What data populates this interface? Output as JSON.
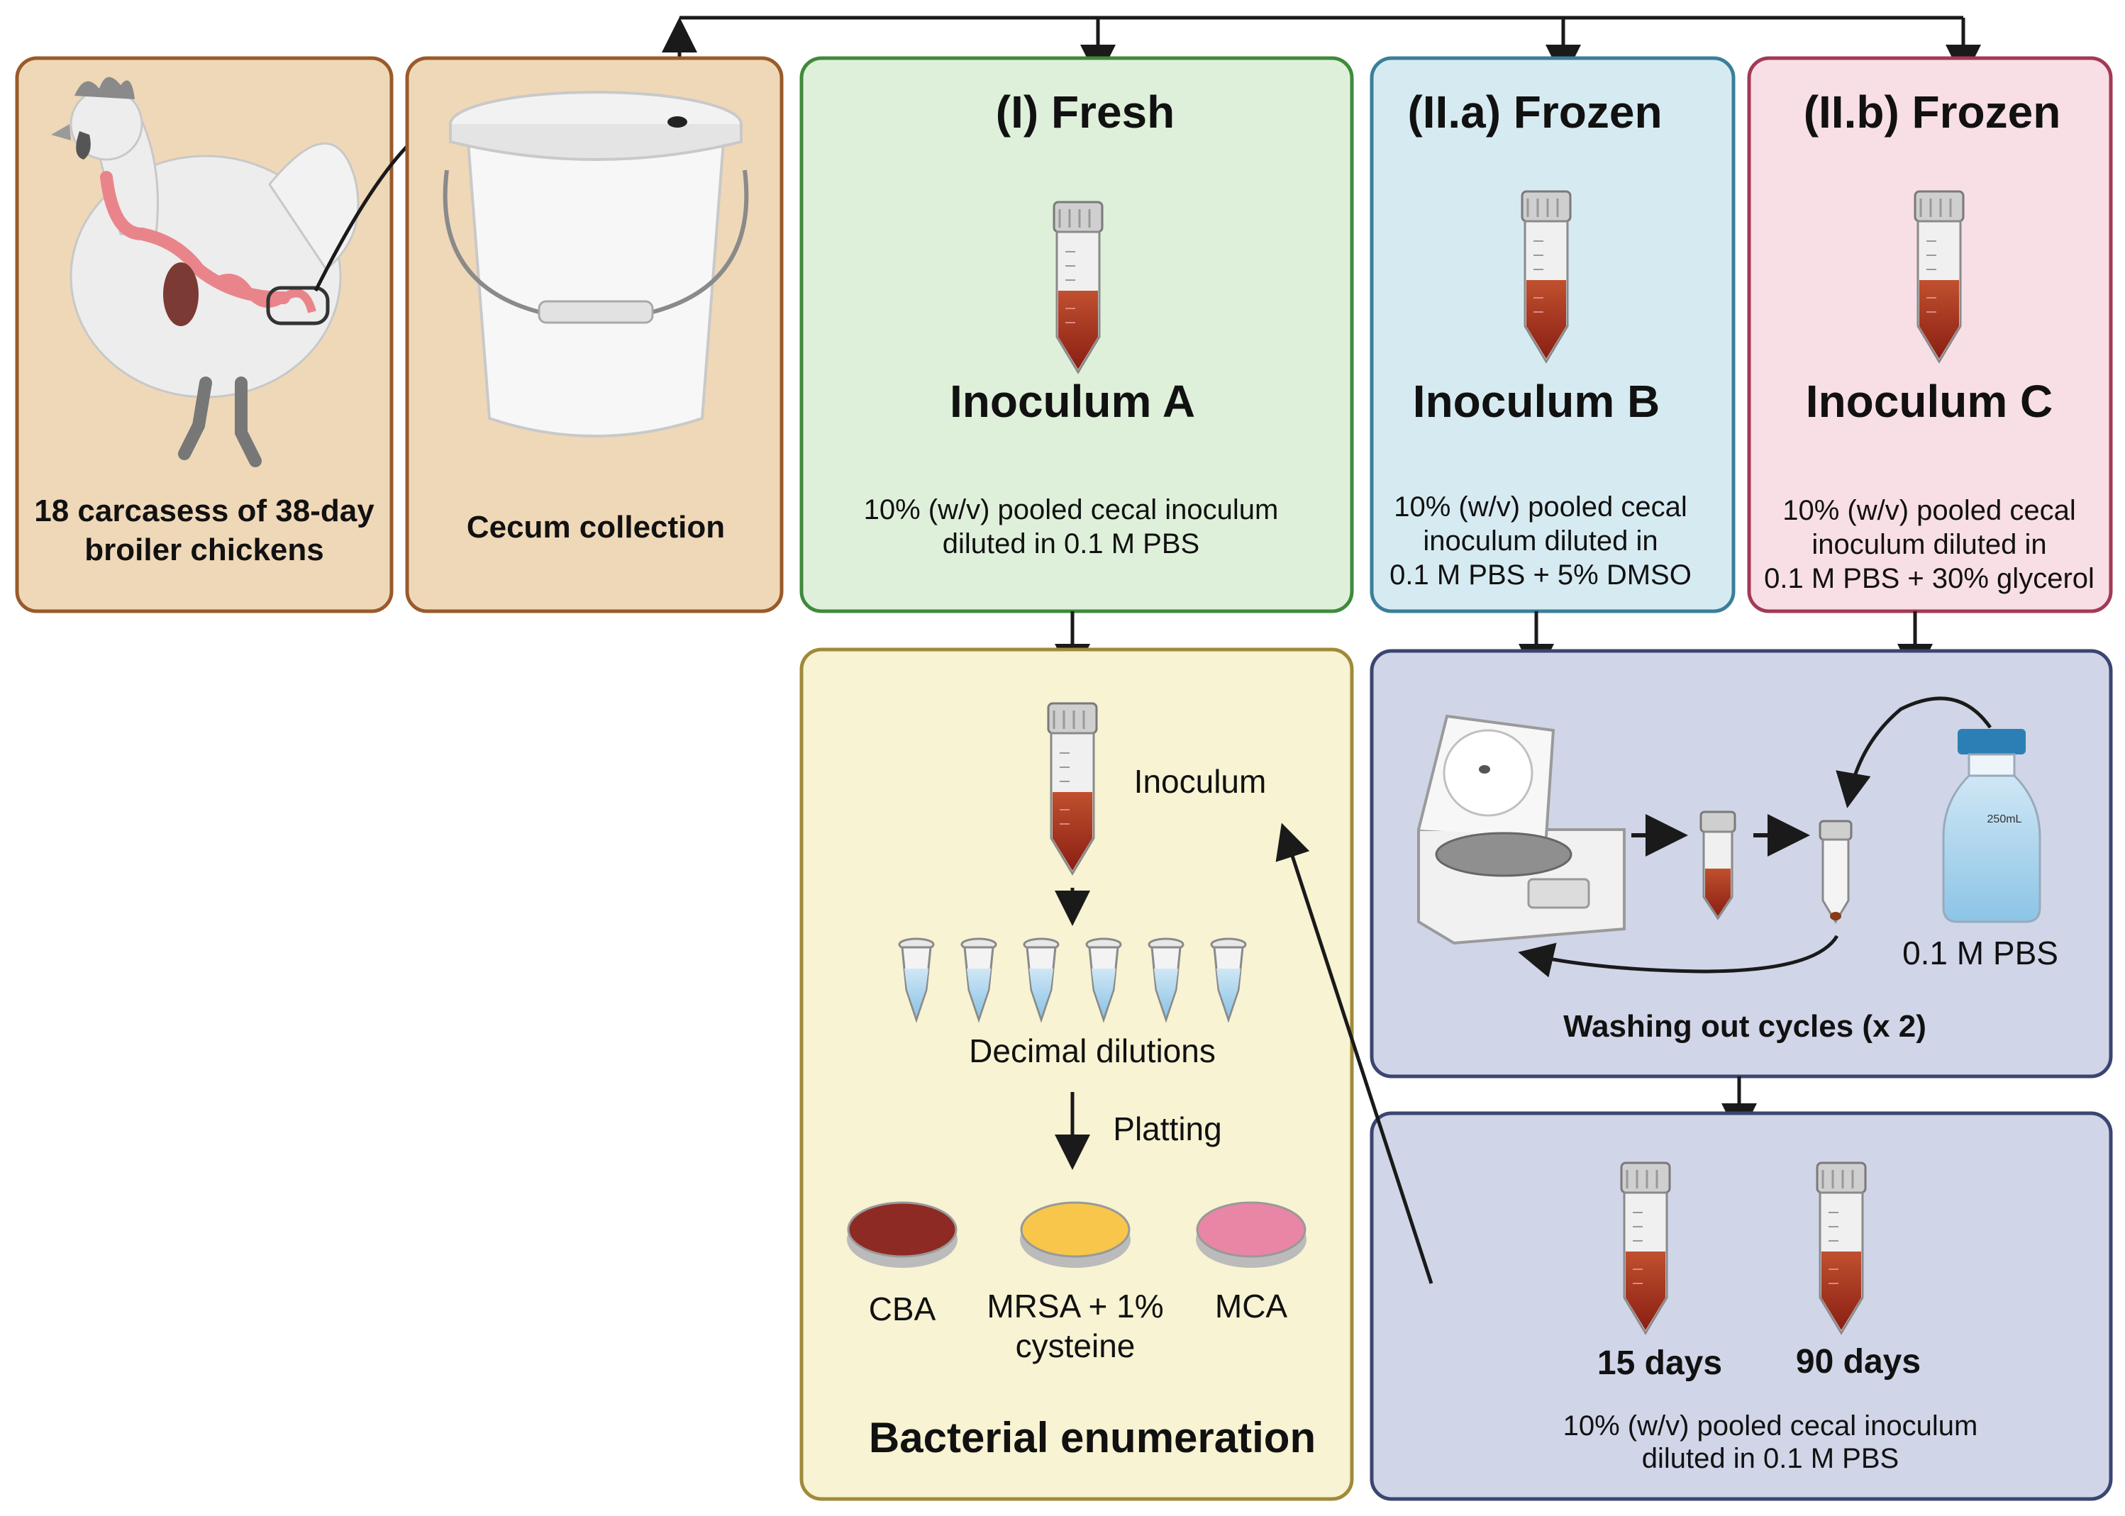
{
  "boxes": {
    "chickens": {
      "label_line1": "18 carcasess of 38-day",
      "label_line2": "broiler chickens"
    },
    "cecum": {
      "label": "Cecum collection"
    },
    "fresh": {
      "title": "(I) Fresh",
      "inoculum": "Inoculum A",
      "desc_line1": "10% (w/v) pooled cecal inoculum",
      "desc_line2": "diluted in 0.1 M PBS"
    },
    "frozen_a": {
      "title": "(II.a) Frozen",
      "inoculum": "Inoculum B",
      "desc_line1": "10% (w/v) pooled cecal",
      "desc_line2": "inoculum diluted in",
      "desc_line3": "0.1 M PBS + 5% DMSO"
    },
    "frozen_b": {
      "title": "(II.b) Frozen",
      "inoculum": "Inoculum C",
      "desc_line1": "10% (w/v) pooled cecal",
      "desc_line2": "inoculum diluted in",
      "desc_line3": "0.1 M PBS + 30% glycerol"
    },
    "enumeration": {
      "inoculum_label": "Inoculum",
      "dilutions_label": "Decimal dilutions",
      "platting_label": "Platting",
      "plates": [
        {
          "label_line1": "CBA",
          "label_line2": "",
          "color": "#8e2a24"
        },
        {
          "label_line1": "MRSA + 1%",
          "label_line2": "cysteine",
          "color": "#f7c64a"
        },
        {
          "label_line1": "MCA",
          "label_line2": "",
          "color": "#e986a5"
        }
      ],
      "title": "Bacterial enumeration"
    },
    "washing": {
      "bottle_text": "250mL",
      "bottle_label": "0.1 M PBS",
      "label": "Washing out cycles (x 2)"
    },
    "storage": {
      "tube1_label": "15 days",
      "tube2_label": "90 days",
      "desc_line1": "10% (w/v) pooled cecal inoculum",
      "desc_line2": "diluted in 0.1 M PBS"
    }
  },
  "colors": {
    "tan_fill": "#efd8b8",
    "tan_border": "#9a5a2a",
    "green_fill": "#dff0da",
    "green_border": "#3f8a3c",
    "blue_fill": "#d6ebf1",
    "blue_border": "#3a7f99",
    "pink_fill": "#f8dfe5",
    "pink_border": "#a33a55",
    "yellow_fill": "#f7f3d3",
    "yellow_border": "#a08a3a",
    "lavender_fill": "#d0d5e8",
    "lavender_border": "#3a4670",
    "arrow": "#1a1a1a"
  }
}
